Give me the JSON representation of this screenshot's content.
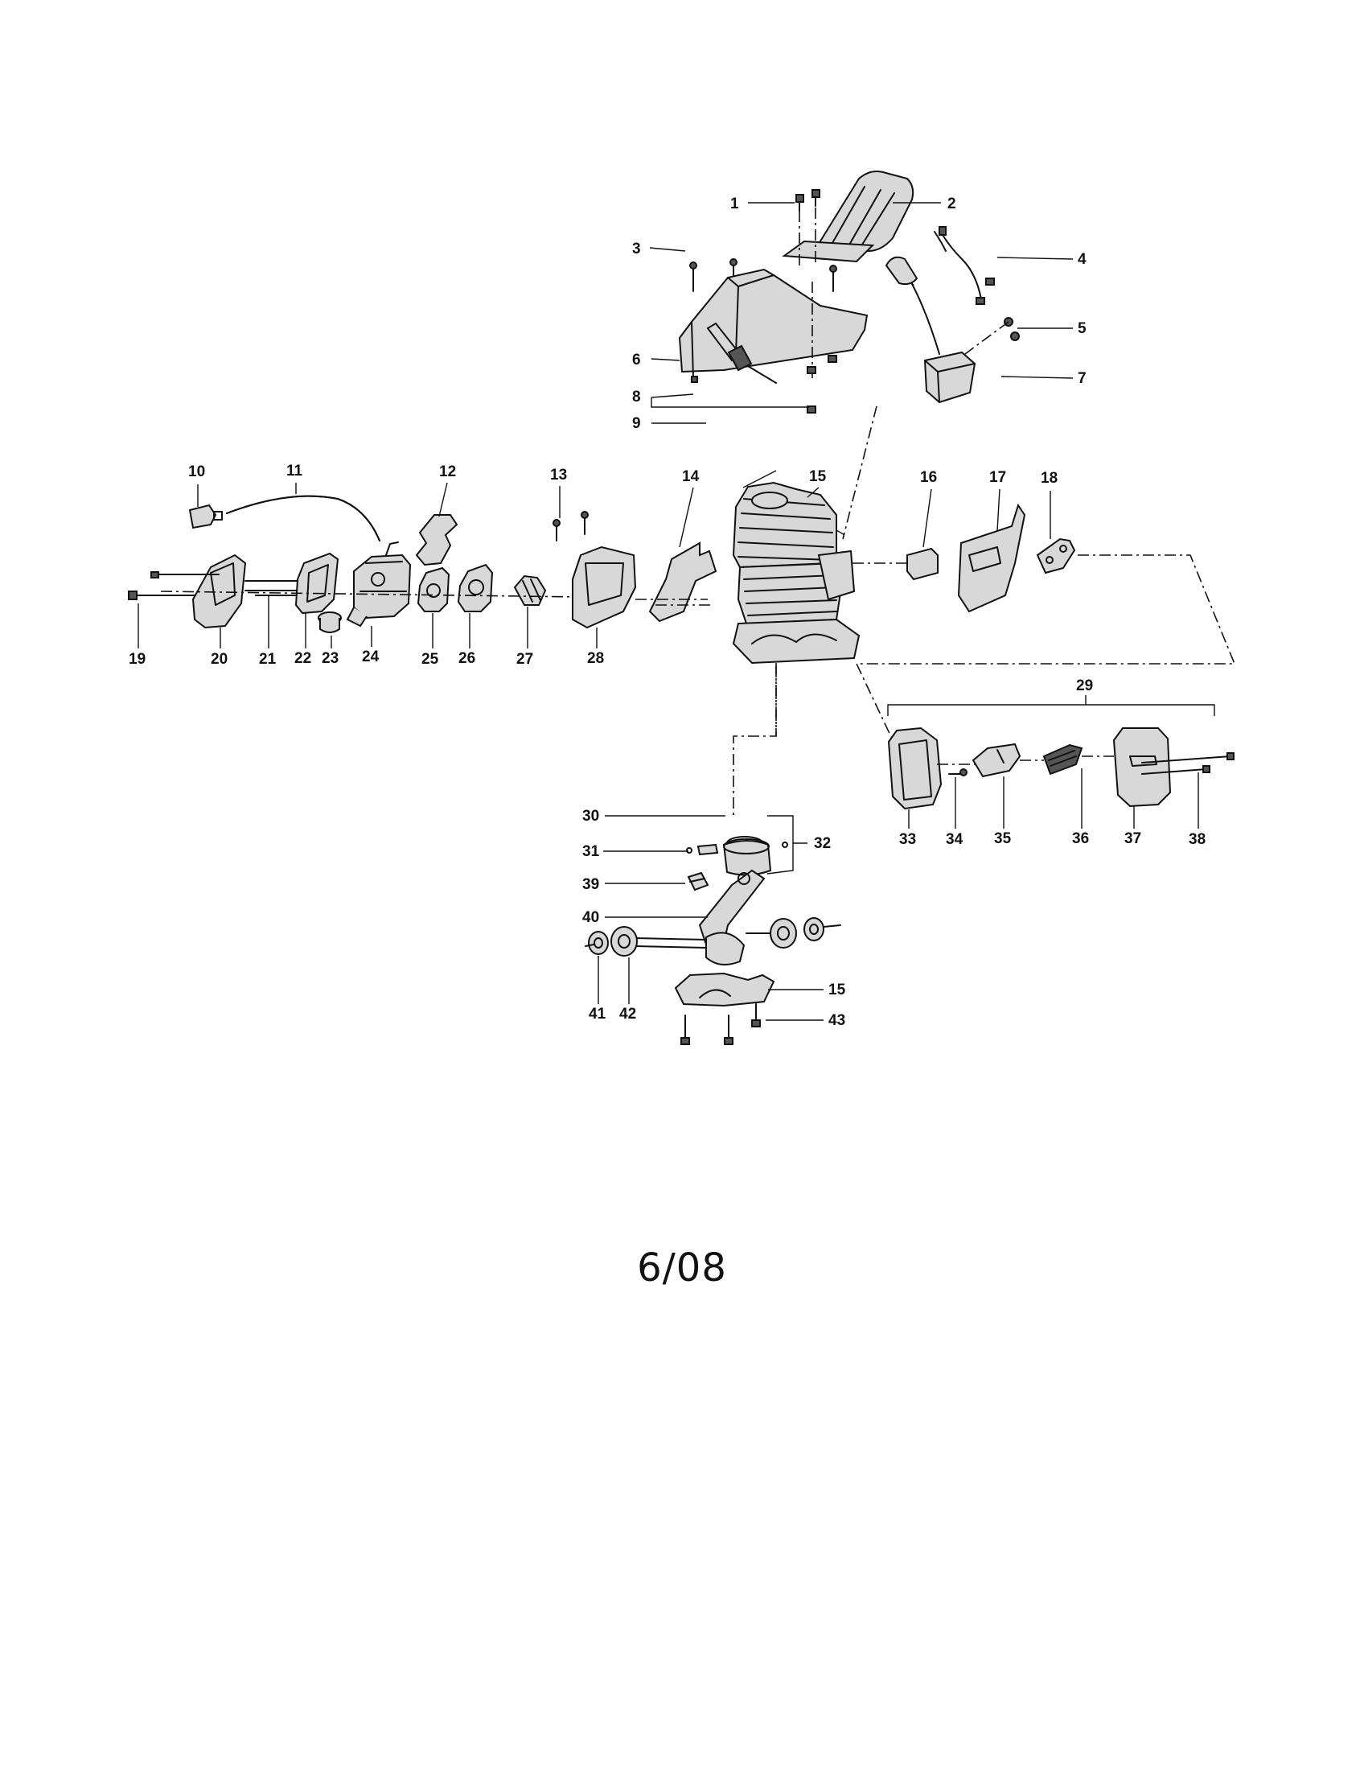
{
  "callouts": {
    "c1": "1",
    "c2": "2",
    "c3": "3",
    "c4": "4",
    "c5": "5",
    "c6": "6",
    "c7": "7",
    "c8": "8",
    "c9": "9",
    "c10": "10",
    "c11": "11",
    "c12": "12",
    "c13": "13",
    "c14": "14",
    "c15a": "15",
    "c16": "16",
    "c17": "17",
    "c18": "18",
    "c19": "19",
    "c20": "20",
    "c21": "21",
    "c22": "22",
    "c23": "23",
    "c24": "24",
    "c25": "25",
    "c26": "26",
    "c27": "27",
    "c28": "28",
    "c29": "29",
    "c30": "30",
    "c31": "31",
    "c32": "32",
    "c33": "33",
    "c34": "34",
    "c35": "35",
    "c36": "36",
    "c37": "37",
    "c38": "38",
    "c39": "39",
    "c40": "40",
    "c41": "41",
    "c42": "42",
    "c15b": "15",
    "c43": "43"
  },
  "footer": {
    "date": "6/08"
  }
}
